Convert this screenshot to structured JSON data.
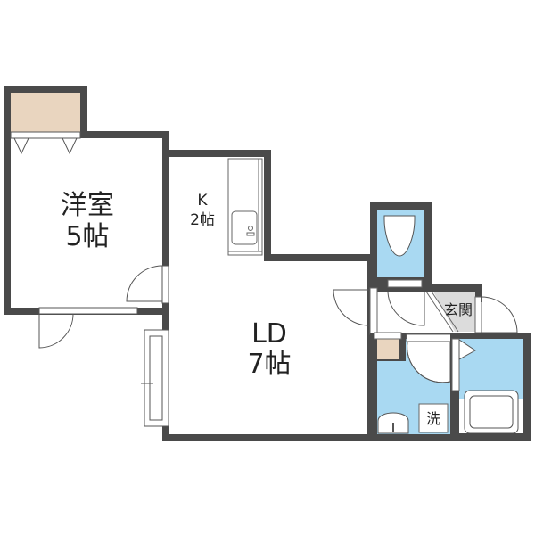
{
  "floor_plan": {
    "rooms": {
      "western_room": {
        "name": "洋室",
        "size": "5帖"
      },
      "kitchen": {
        "name": "K",
        "size": "2帖"
      },
      "living_dining": {
        "name": "LD",
        "size": "7帖"
      },
      "entrance": {
        "name": "玄関"
      },
      "washroom": {
        "name": "洗"
      }
    },
    "colors": {
      "wall": "#4a4a4a",
      "wet_area": "#a9d9f2",
      "storage": "#e9d5bf",
      "entrance_floor": "#dcdcdc",
      "background": "#ffffff"
    }
  }
}
